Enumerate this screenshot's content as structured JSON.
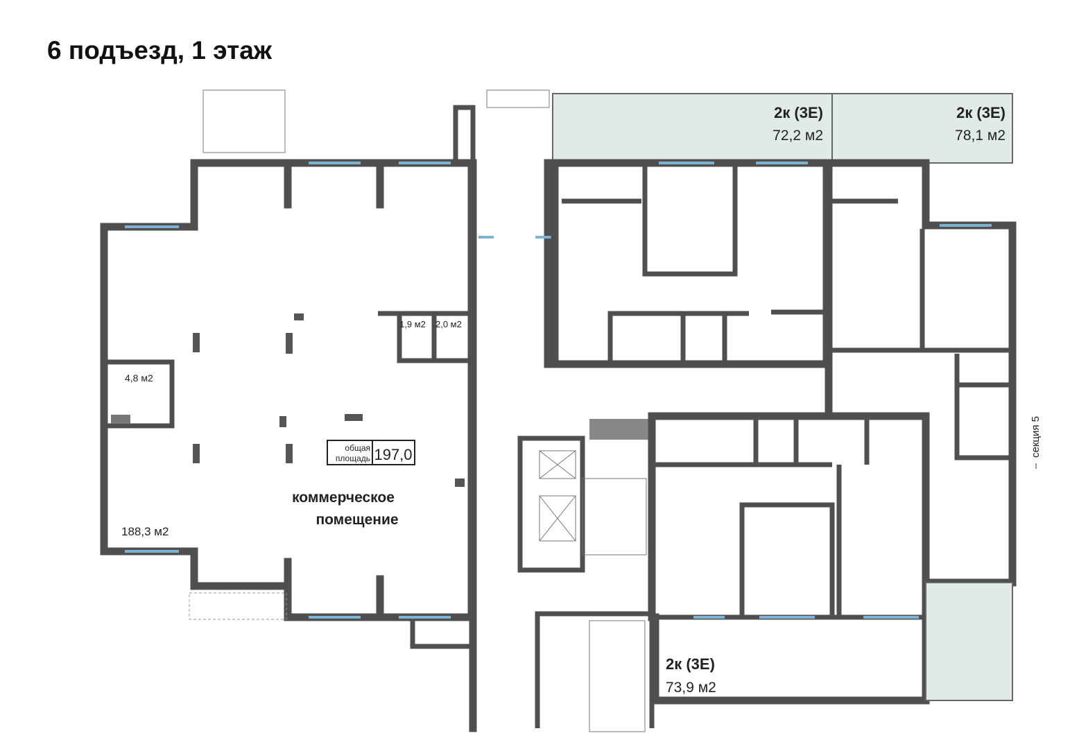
{
  "title": "6 подъезд, 1 этаж",
  "commercial": {
    "name_line1": "коммерческое",
    "name_line2": "помещение",
    "main_area": "188,3 м2",
    "wc_area": "4,8 м2",
    "wc2_area": "1,9 м2",
    "wc3_area": "2,0 м2",
    "total_label_line1": "общая",
    "total_label_line2": "площадь",
    "total_value": "197,0"
  },
  "apartments": [
    {
      "type": "2к (3Е)",
      "area": "72,2 м2"
    },
    {
      "type": "2к (3Е)",
      "area": "78,1 м2"
    },
    {
      "type": "2к (3Е)",
      "area": "73,9 м2"
    }
  ],
  "section_label": "секция 5",
  "colors": {
    "commercial": "#ebebeb",
    "apartment": "#e1ebe5",
    "wall": "#4f4f4f",
    "window": "#7fb3d5"
  }
}
